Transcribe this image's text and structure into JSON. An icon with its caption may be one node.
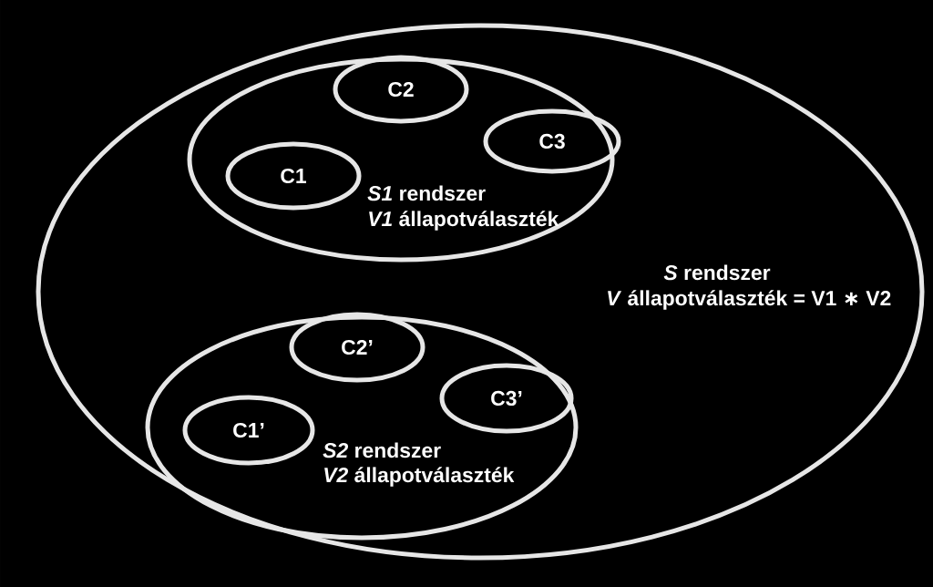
{
  "diagram": {
    "nodes": [
      {
        "text": [
          "*S* rendszer",
          "*V* állapotválaszték = V1 ∗ V2"
        ]
      },
      {
        "text": [
          "*S1* rendszer",
          "*V1* állapotválaszték"
        ],
        "in": 0
      },
      {
        "text": [
          "C2"
        ],
        "in": 1
      },
      {
        "text": [
          "C3"
        ],
        "in": 1
      },
      {
        "text": [
          "C1"
        ],
        "in": 1
      },
      {
        "text": [
          "*S2* rendszer",
          "*V2* állapotválaszték"
        ],
        "in": 0
      },
      {
        "text": [
          "C2’"
        ],
        "in": 5
      },
      {
        "text": [
          "C3’"
        ],
        "in": 5
      },
      {
        "text": [
          "C1’"
        ],
        "in": 5
      }
    ]
  }
}
